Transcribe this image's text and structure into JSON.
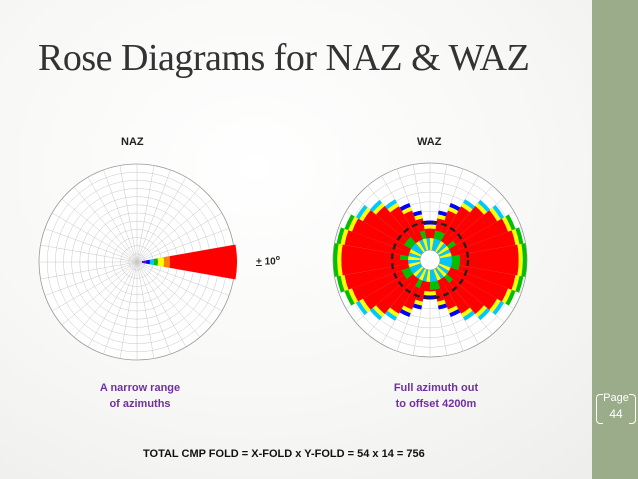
{
  "slide": {
    "title": "Rose Diagrams for NAZ & WAZ",
    "naz_label": "NAZ",
    "waz_label": "WAZ",
    "naz_range_prefix": "+",
    "naz_range_value": " 10",
    "naz_range_unit": "o",
    "naz_caption_line1": "A narrow range",
    "naz_caption_line2": "of azimuths",
    "waz_caption_line1": "Full azimuth out",
    "waz_caption_line2": "to offset 4200m",
    "total_fold": "TOTAL CMP FOLD = X-FOLD x Y-FOLD = 54 x 14 = 756",
    "page_word": "Page",
    "page_number": "44"
  },
  "colors": {
    "sidebar": "#9bac8b",
    "title": "#333333",
    "caption": "#7030a0",
    "fold_ramp": [
      "#ff0000",
      "#ff8000",
      "#ffff00",
      "#00c000",
      "#00c8ff",
      "#0000ff",
      "#6600cc"
    ]
  }
}
